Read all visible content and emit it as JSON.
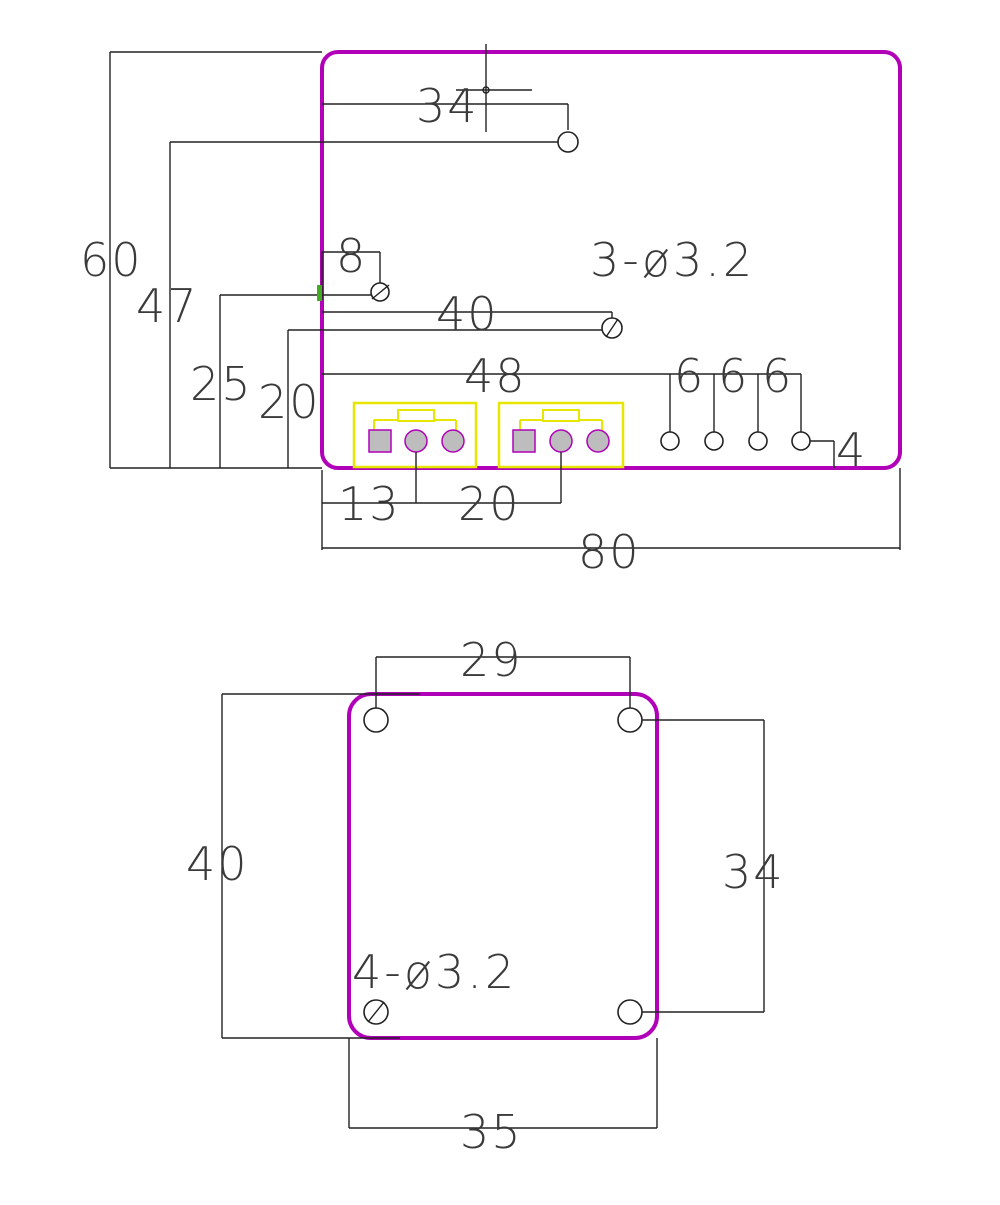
{
  "top_board": {
    "dims": {
      "overall_height": "60",
      "hole1_height": "47",
      "hole2_height": "25",
      "hole3_height": "20",
      "hole1_x": "34",
      "hole2_x": "8",
      "hole3_x": "40",
      "connector_row": "48",
      "conn_offset": "13",
      "conn_pitch": "20",
      "overall_width": "80",
      "pad_pitch_1": "6",
      "pad_pitch_2": "6",
      "pad_pitch_3": "6",
      "pad_offset": "4"
    },
    "hole_note": "3-ø3.2"
  },
  "bottom_board": {
    "dims": {
      "hole_span_x": "29",
      "height": "40",
      "hole_span_y": "34",
      "width": "35"
    },
    "hole_note": "4-ø3.2"
  },
  "colors": {
    "outline": "#b000b8",
    "connector": "#e6e600",
    "pin": "#bdbdbd",
    "line": "#222222"
  }
}
